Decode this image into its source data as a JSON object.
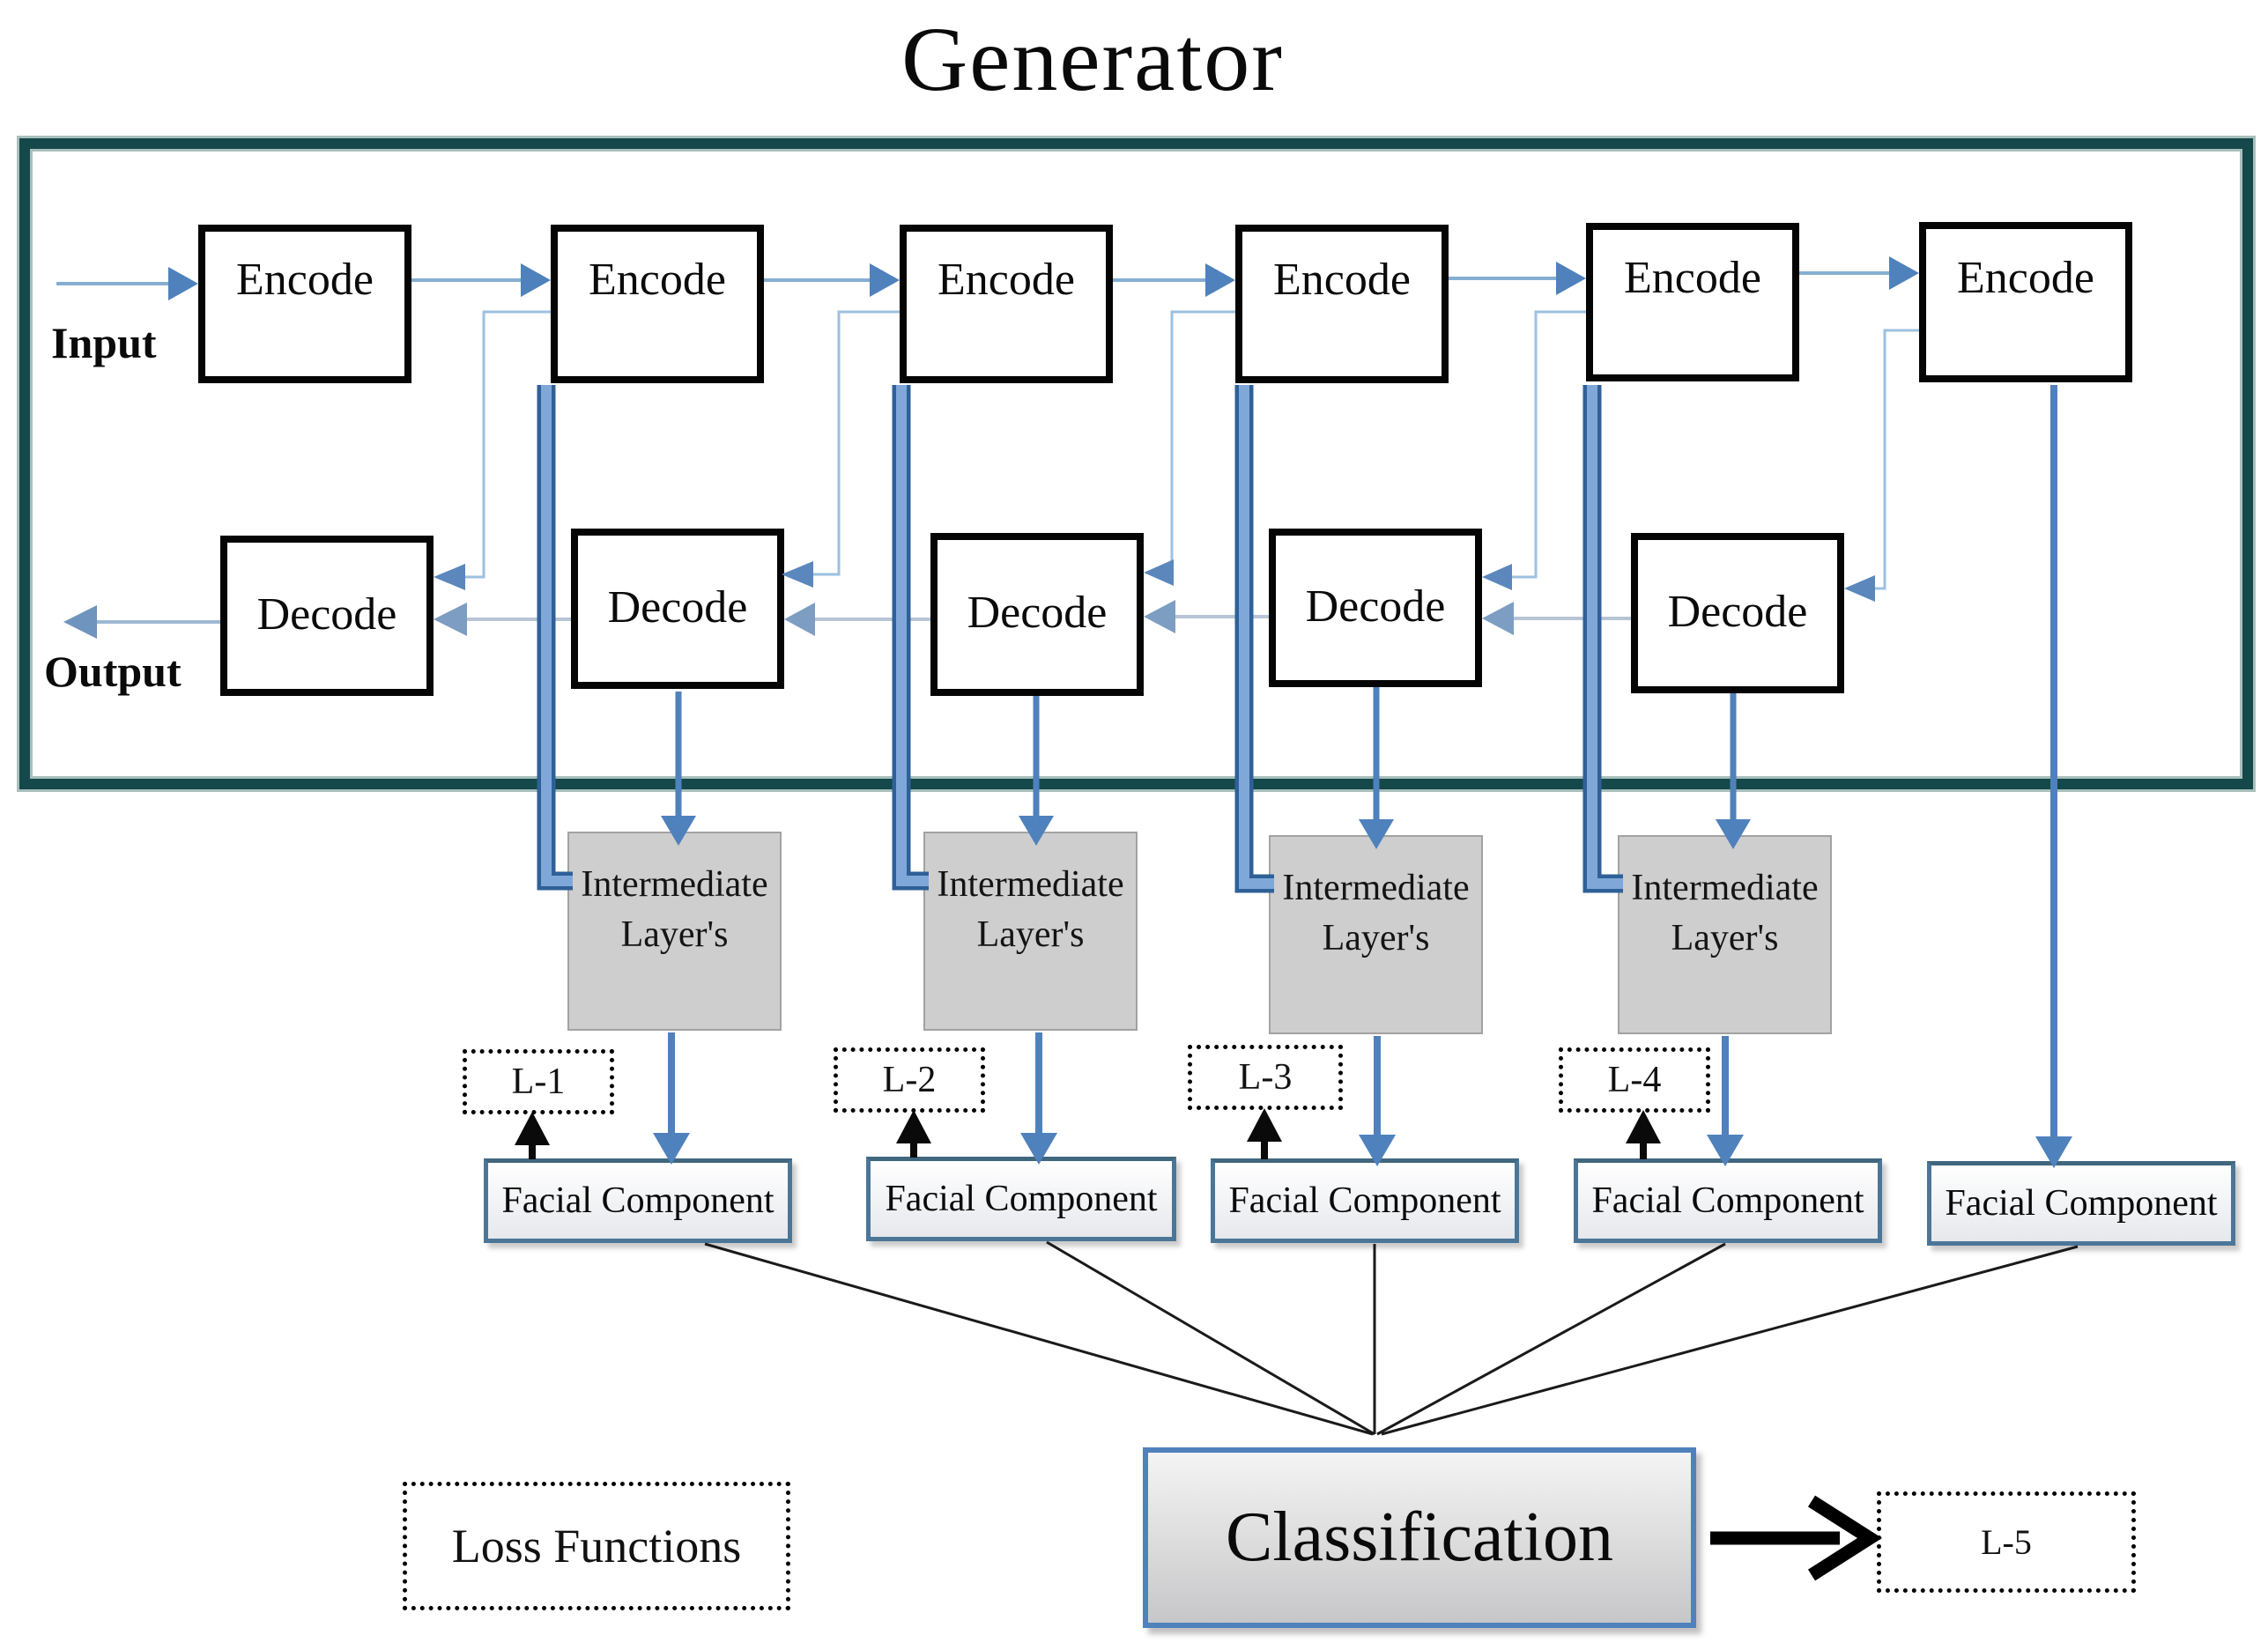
{
  "diagram": {
    "title": "Generator",
    "input_label": "Input",
    "output_label": "Output",
    "encoders": [
      "Encode",
      "Encode",
      "Encode",
      "Encode",
      "Encode",
      "Encode"
    ],
    "decoders": [
      "Decode",
      "Decode",
      "Decode",
      "Decode",
      "Decode"
    ],
    "intermediate_layers": [
      "Intermediate Layer's",
      "Intermediate Layer's",
      "Intermediate Layer's",
      "Intermediate Layer's"
    ],
    "loss_labels": [
      "L-1",
      "L-2",
      "L-3",
      "L-4"
    ],
    "facial_components": [
      "Facial Component",
      "Facial Component",
      "Facial Component",
      "Facial Component",
      "Facial Component"
    ],
    "classification_label": "Classification",
    "l5_label": "L-5",
    "loss_functions_label": "Loss Functions",
    "colors": {
      "frame_teal": "#15484a",
      "frame_halo": "#a9bfbc",
      "node_border_black": "#050505",
      "arrow_blue": "#4f81bd",
      "arrow_shaft_light": "#86aed2",
      "skip_line_light": "#9cc0e0",
      "decode_shaft": "#b7c5d4",
      "decode_head": "#7d9ec2",
      "thick_line_core": "#7fa8d9",
      "thick_line_edge": "#2f6098",
      "intermediate_fill": "#cecece",
      "facial_border": "#4b7698",
      "black": "#000000"
    }
  }
}
